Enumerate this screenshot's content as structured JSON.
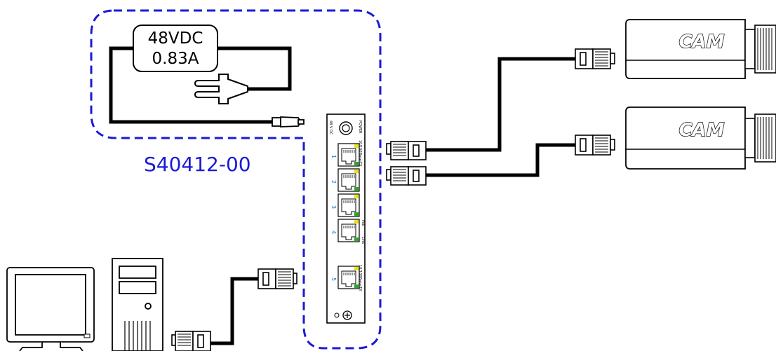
{
  "power_supply": {
    "voltage": "48VDC",
    "current": "0.83A"
  },
  "model": {
    "label": "S40412-00"
  },
  "switch": {
    "power_label": "POWER",
    "voltage_label": "48 V DC",
    "ports": [
      {
        "number": "1",
        "label": "10/100Base-TX"
      },
      {
        "number": "2",
        "label": ""
      },
      {
        "number": "3",
        "label": ""
      },
      {
        "number": "4",
        "label": ""
      },
      {
        "number": "5",
        "label": "10/100Base-TX"
      }
    ],
    "poe_label": "PoE",
    "link_label": "Link"
  },
  "cameras": [
    {
      "label": "CAM"
    },
    {
      "label": "CAM"
    }
  ],
  "colors": {
    "boundary": "#1a1ad6",
    "cable": "#000000",
    "led_yellow": "#e8e21a",
    "led_green": "#2aa82a"
  }
}
